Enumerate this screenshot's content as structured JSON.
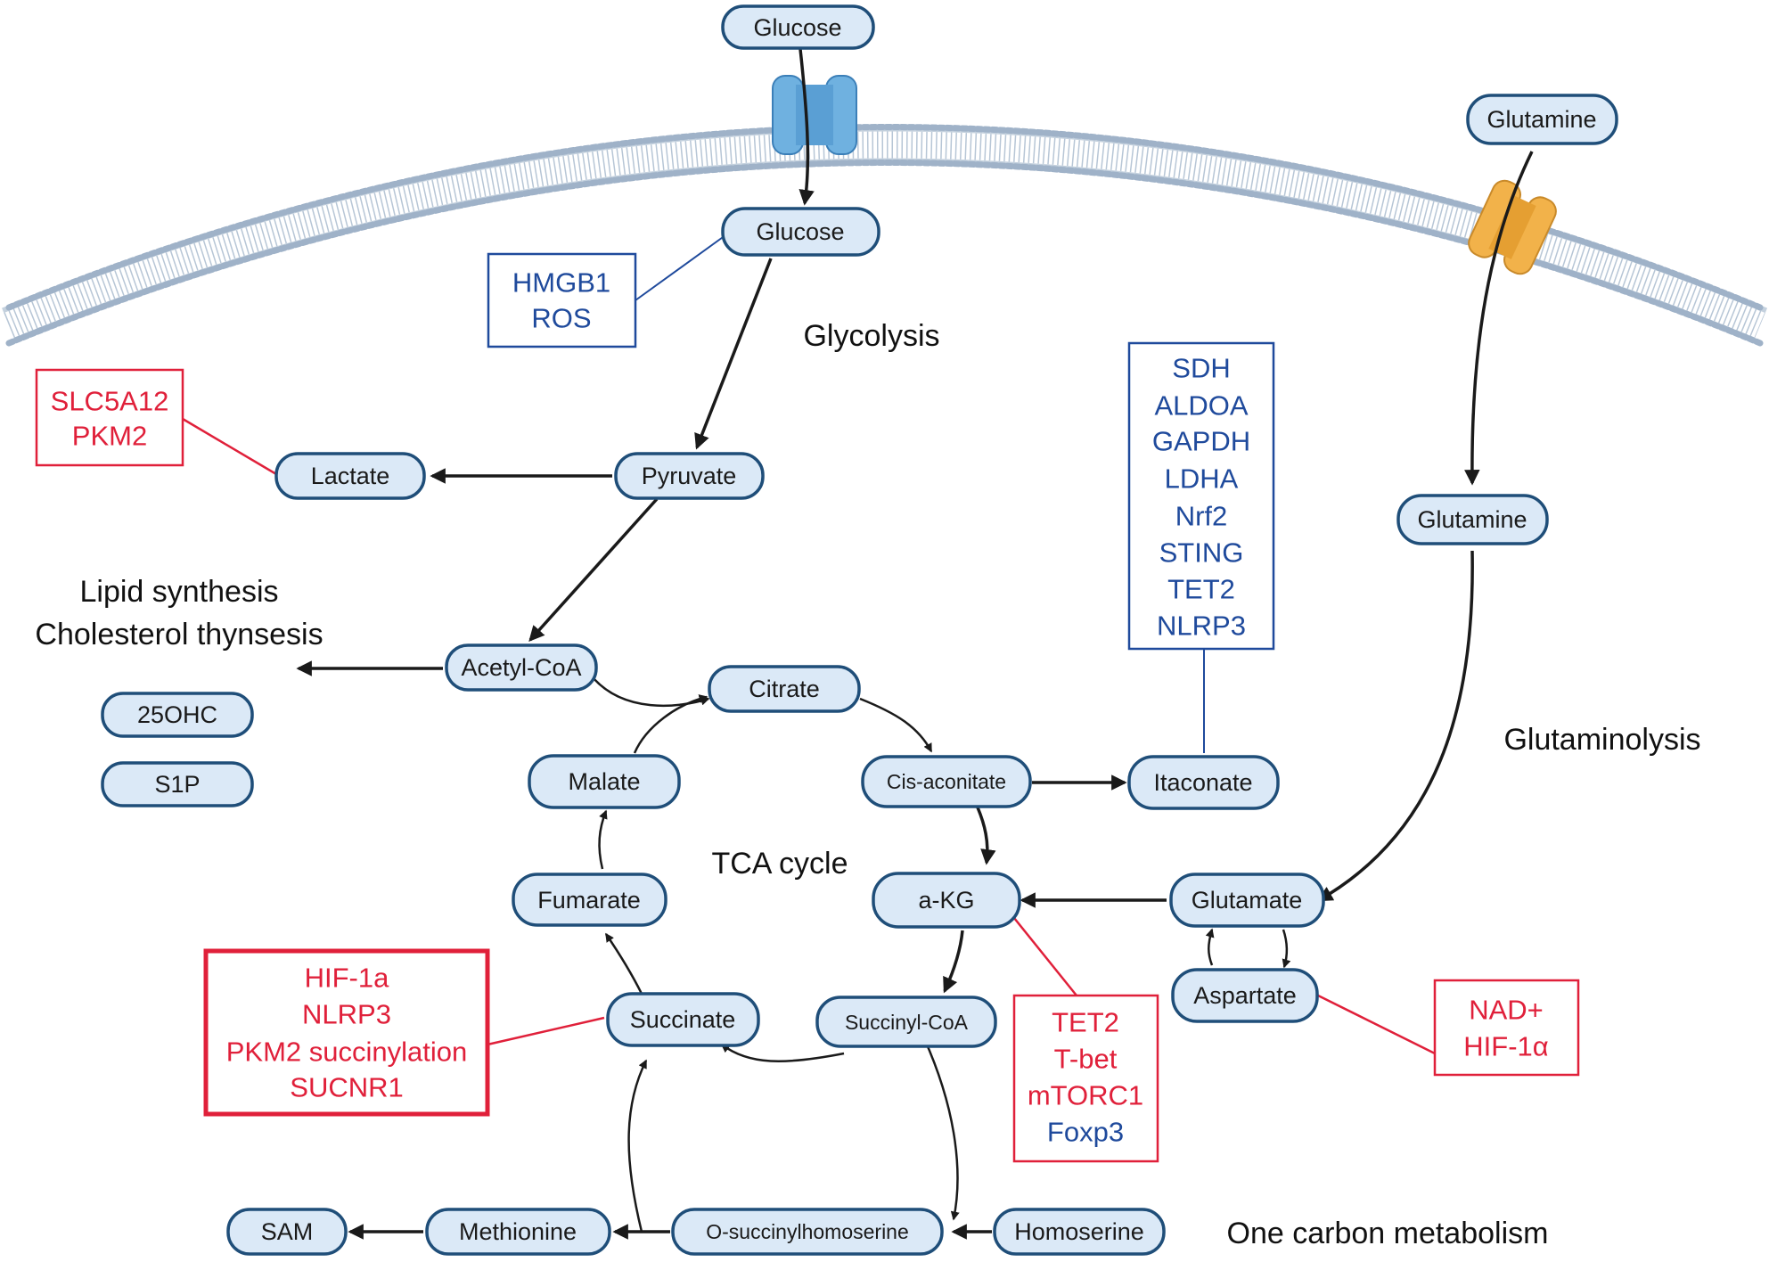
{
  "nodes": {
    "glucose_out": "Glucose",
    "glucose_in": "Glucose",
    "pyruvate": "Pyruvate",
    "lactate": "Lactate",
    "acetyl_coa": "Acetyl-CoA",
    "oh25c": "25OHC",
    "s1p": "S1P",
    "citrate": "Citrate",
    "malate": "Malate",
    "cis_aconitate": "Cis-aconitate",
    "itaconate": "Itaconate",
    "fumarate": "Fumarate",
    "akg": "a-KG",
    "glutamate": "Glutamate",
    "aspartate": "Aspartate",
    "succinate": "Succinate",
    "succinyl_coa": "Succinyl-CoA",
    "glutamine_out": "Glutamine",
    "glutamine_in": "Glutamine",
    "sam": "SAM",
    "methionine": "Methionine",
    "o_succinylhomoserine": "O-succinylhomoserine",
    "homoserine": "Homoserine"
  },
  "labels": {
    "glycolysis": "Glycolysis",
    "lipid_1": "Lipid synthesis",
    "lipid_2": "Cholesterol thynsesis",
    "tca": "TCA cycle",
    "glutaminolysis": "Glutaminolysis",
    "one_carbon": "One carbon metabolism"
  },
  "boxes": {
    "hmgb1": [
      "HMGB1",
      "ROS"
    ],
    "slc": [
      "SLC5A12",
      "PKM2"
    ],
    "itaconate_targets": [
      "SDH",
      "ALDOA",
      "GAPDH",
      "LDHA",
      "Nrf2",
      "STING",
      "TET2",
      "NLRP3"
    ],
    "succinate_targets": [
      "HIF-1a",
      "NLRP3",
      "PKM2 succinylation",
      "SUCNR1"
    ],
    "akg_targets": [
      "TET2",
      "T-bet",
      "mTORC1",
      "Foxp3"
    ],
    "aspartate_targets": [
      "NAD+",
      "HIF-1α"
    ]
  },
  "colors": {
    "node_fill": "#dbe9f7",
    "node_stroke": "#1f4e79",
    "blue_text": "#1f4a9c",
    "red_text": "#e0203a",
    "membrane": "#9fb2c8",
    "glucose_transporter": "#6fb1e0",
    "glutamine_transporter": "#f2b24a"
  }
}
